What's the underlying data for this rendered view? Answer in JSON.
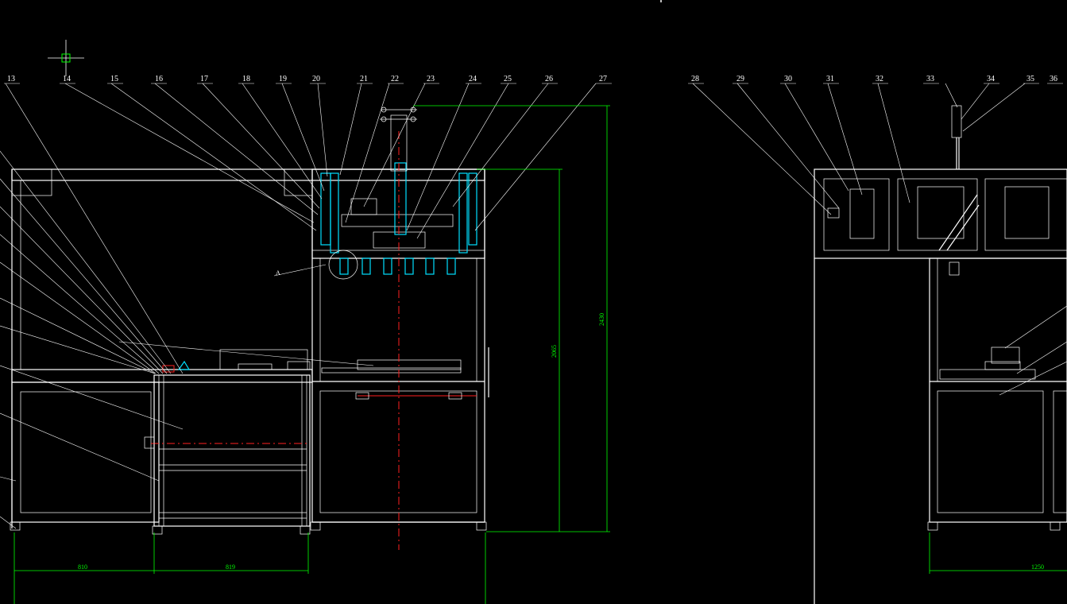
{
  "canvas": {
    "background": "#000000",
    "line_color": "#ffffff",
    "dim_color": "#00ff00",
    "part_color": "#00e0ff",
    "centerline_color": "#ff2020"
  },
  "callouts_front": [
    "13",
    "14",
    "15",
    "16",
    "17",
    "18",
    "19",
    "20",
    "21",
    "22",
    "23",
    "24",
    "25",
    "26",
    "27"
  ],
  "callouts_side": [
    "28",
    "29",
    "30",
    "31",
    "32",
    "33",
    "34",
    "35",
    "36"
  ],
  "detail_label": "A",
  "dimensions": {
    "width_left": "810",
    "width_middle": "819",
    "height_inner": "2065",
    "height_total": "2430",
    "width_side": "1250"
  },
  "icons": {
    "crosshair": "ucs-crosshair-icon"
  }
}
